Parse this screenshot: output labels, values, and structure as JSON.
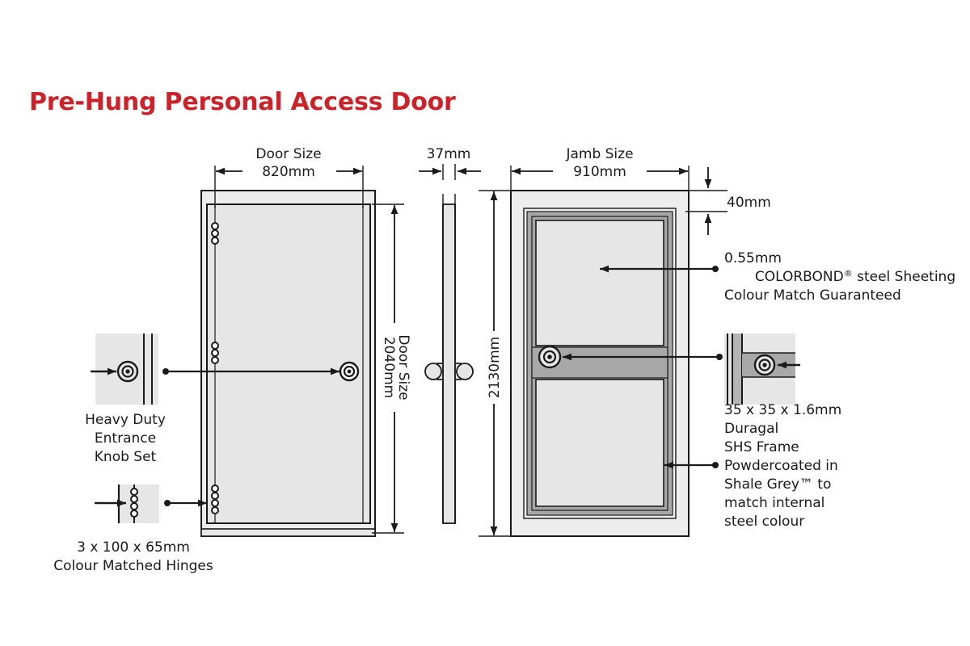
{
  "page": {
    "title": "Pre-Hung Personal Access Door",
    "title_color": "#cc2229",
    "background": "#ffffff",
    "line_color": "#1a1a1a",
    "panel_fill": "#e6e6e6",
    "frame_fill": "#ededed",
    "shs_fill": "#a8a8a8",
    "text_color": "#1a1a1a"
  },
  "dimensions": {
    "door_size_width": {
      "caption": "Door Size",
      "value": "820mm"
    },
    "door_size_height": {
      "caption": "Door Size",
      "value": "2040mm"
    },
    "door_thickness": {
      "value": "37mm"
    },
    "jamb_size_width": {
      "caption": "Jamb Size",
      "value": "910mm"
    },
    "jamb_size_height": {
      "value": "2130mm"
    },
    "head_jamb": {
      "value": "40mm"
    }
  },
  "annotations": {
    "knob_set": {
      "lines": [
        "Heavy Duty",
        "Entrance",
        "Knob Set"
      ]
    },
    "hinges": {
      "lines": [
        "3 x 100 x 65mm",
        "Colour Matched Hinges"
      ]
    },
    "sheeting": {
      "line1": "0.55mm",
      "line2_pre": "COLORBOND",
      "line2_sup": "®",
      "line2_post": " steel Sheeting",
      "line3": "Colour Match Guaranteed"
    },
    "frame": {
      "lines": [
        "35 x 35 x 1.6mm",
        "Duragal",
        "SHS Frame",
        "Powdercoated in",
        "Shale Grey™ to",
        "match internal",
        "steel colour"
      ]
    }
  }
}
